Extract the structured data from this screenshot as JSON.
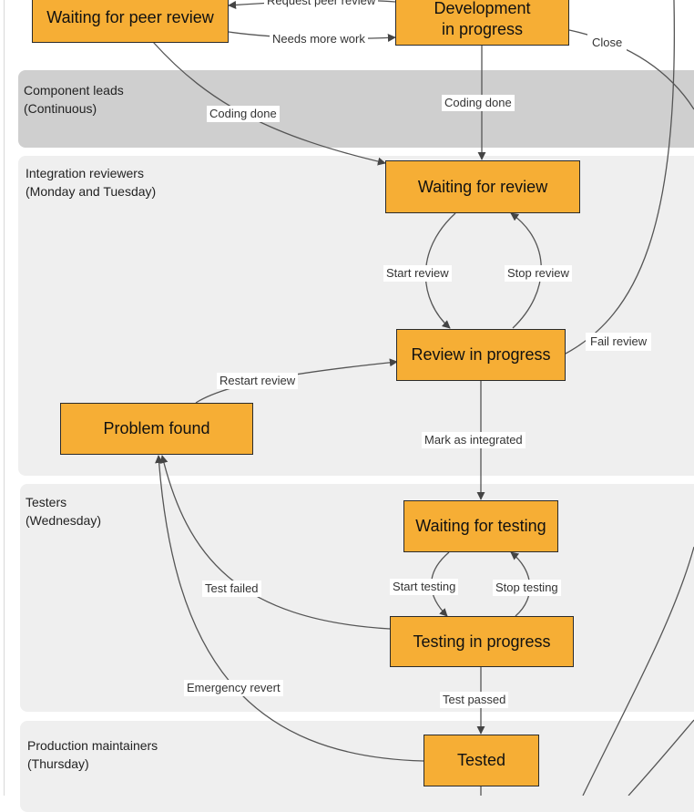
{
  "lanes": {
    "component_leads": {
      "title": "Component leads",
      "schedule": "(Continuous)"
    },
    "integration_reviewers": {
      "title": "Integration reviewers",
      "schedule": "(Monday and Tuesday)"
    },
    "testers": {
      "title": "Testers",
      "schedule": "(Wednesday)"
    },
    "production_maintainers": {
      "title": "Production maintainers",
      "schedule": "(Thursday)"
    }
  },
  "states": {
    "waiting_peer_review": "Waiting for peer review",
    "development_line1": "Development",
    "development_line2": "in progress",
    "waiting_review": "Waiting for review",
    "review_in_progress": "Review in progress",
    "problem_found": "Problem found",
    "waiting_testing": "Waiting for testing",
    "testing_in_progress": "Testing in progress",
    "tested": "Tested"
  },
  "transitions": {
    "request_peer_review": "Request peer review",
    "needs_more_work": "Needs more work",
    "close": "Close",
    "coding_done_left": "Coding done",
    "coding_done_center": "Coding done",
    "start_review": "Start review",
    "stop_review": "Stop review",
    "fail_review": "Fail review",
    "restart_review": "Restart review",
    "mark_as_integrated": "Mark as integrated",
    "start_testing": "Start testing",
    "stop_testing": "Stop testing",
    "test_failed": "Test failed",
    "emergency_revert": "Emergency revert",
    "test_passed": "Test passed"
  },
  "colors": {
    "state_fill": "#f6ae35",
    "lane_light": "#efefef",
    "lane_dark": "#cfcfcf",
    "edge": "#444444"
  }
}
